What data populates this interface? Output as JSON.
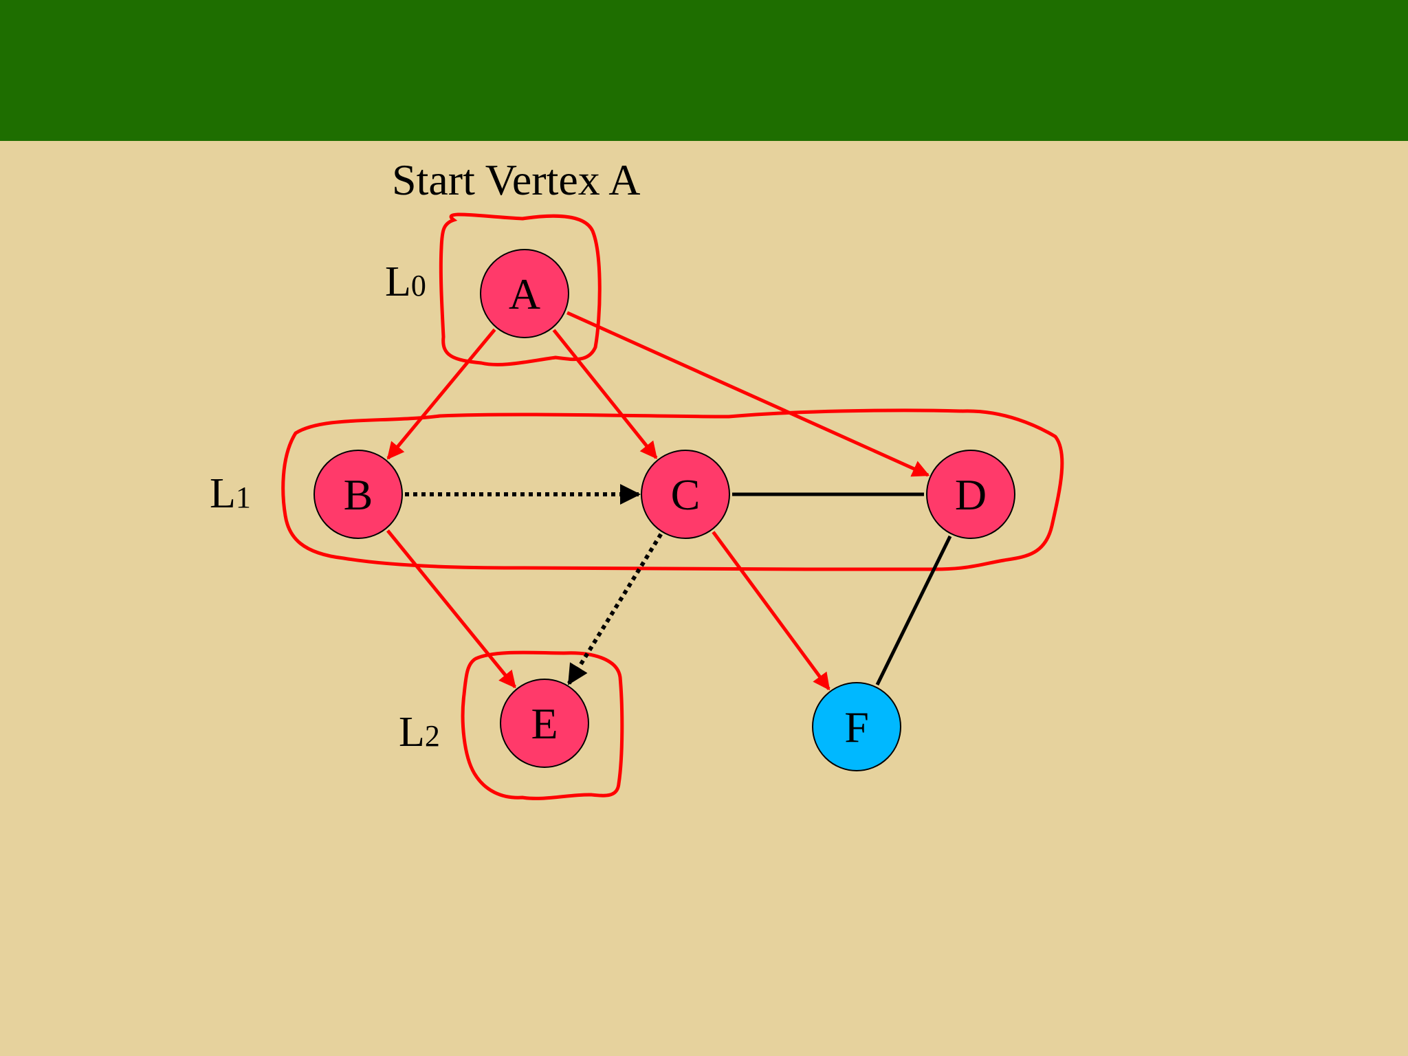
{
  "caption": "Start Vertex A",
  "colors": {
    "header": "#1E6E00",
    "background": "#E6D29D",
    "visited_node": "#FF3A6A",
    "unvisited_node": "#00B8FF",
    "tree_edge": "#FF0000",
    "annotation": "#FF0000",
    "other_edge": "#000000"
  },
  "levels": [
    {
      "base": "L",
      "sub": "0"
    },
    {
      "base": "L",
      "sub": "1"
    },
    {
      "base": "L",
      "sub": "2"
    }
  ],
  "nodes": [
    {
      "id": "A",
      "label": "A",
      "state": "visited"
    },
    {
      "id": "B",
      "label": "B",
      "state": "visited"
    },
    {
      "id": "C",
      "label": "C",
      "state": "visited"
    },
    {
      "id": "D",
      "label": "D",
      "state": "visited"
    },
    {
      "id": "E",
      "label": "E",
      "state": "visited"
    },
    {
      "id": "F",
      "label": "F",
      "state": "unvisited"
    }
  ],
  "edges": [
    {
      "from": "A",
      "to": "B",
      "kind": "tree",
      "directed": true
    },
    {
      "from": "A",
      "to": "C",
      "kind": "tree",
      "directed": true
    },
    {
      "from": "A",
      "to": "D",
      "kind": "tree",
      "directed": true
    },
    {
      "from": "B",
      "to": "C",
      "kind": "cross",
      "directed": true
    },
    {
      "from": "B",
      "to": "E",
      "kind": "tree",
      "directed": true
    },
    {
      "from": "C",
      "to": "E",
      "kind": "cross",
      "directed": true
    },
    {
      "from": "C",
      "to": "F",
      "kind": "tree",
      "directed": true
    },
    {
      "from": "C",
      "to": "D",
      "kind": "plain",
      "directed": false
    },
    {
      "from": "D",
      "to": "F",
      "kind": "plain",
      "directed": false
    }
  ]
}
